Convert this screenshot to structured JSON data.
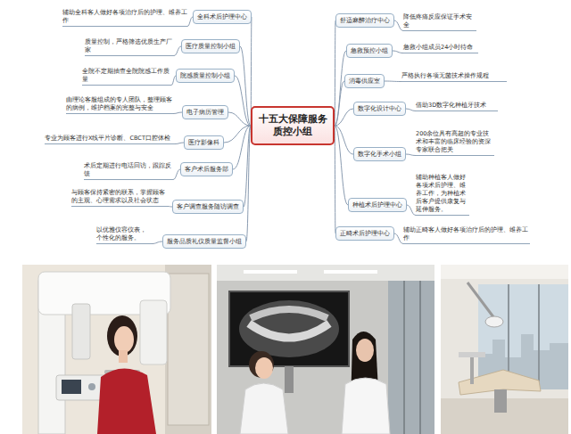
{
  "diagram": {
    "nodes": [
      {
        "text": [
          "十五大保障服务 质控小组"
        ]
      },
      {
        "text": [
          "全科术后护理中心"
        ]
      },
      {
        "text": [
          "辅助全科客人做好各项治疗后的护理、维养工作"
        ]
      },
      {
        "text": [
          "医疗质量控制小组"
        ]
      },
      {
        "text": [
          "质量控制，严格筛选优质生产厂家"
        ]
      },
      {
        "text": [
          "院感质量控制小组"
        ]
      },
      {
        "text": [
          "全院不定期抽查全院院感工作质量"
        ]
      },
      {
        "text": [
          "电子病历管理"
        ]
      },
      {
        "text": [
          "由理论客服组成的专人团队，整理顾客的病例，维护档案的完整与安全"
        ]
      },
      {
        "text": [
          "医疗影像科"
        ]
      },
      {
        "text": [
          "专业为顾客进行X线平片诊断、CBCT口腔体检"
        ]
      },
      {
        "text": [
          "客户术后服务部"
        ]
      },
      {
        "text": [
          "术后定期进行电话回访，跟踪反馈"
        ]
      },
      {
        "text": [
          "客户调查服务随访调查"
        ]
      },
      {
        "text": [
          "与顾客保持紧密的联系，掌握顾客的主观、心理需求以及社会状态"
        ]
      },
      {
        "text": [
          "服务品质礼仪质量监督小组"
        ]
      },
      {
        "text": [
          "以优雅仪容仪表，个性化的服务。"
        ]
      },
      {
        "text": [
          "舒适麻醉治疗中心"
        ]
      },
      {
        "text": [
          "降低疼痛反应保证手术安全"
        ]
      },
      {
        "text": [
          "急救预控小组"
        ]
      },
      {
        "text": [
          "急救小组成员24小时待命"
        ]
      },
      {
        "text": [
          "消毒供应室"
        ]
      },
      {
        "text": [
          "严格执行各项无菌技术操作规程"
        ]
      },
      {
        "text": [
          "数字化设计中心"
        ]
      },
      {
        "text": [
          "借助3D数字化种植牙技术"
        ]
      },
      {
        "text": [
          "数字化手术小组"
        ]
      },
      {
        "text": [
          "200余位具有高超的专业技术和丰富的临床经验的资深专家联合把关"
        ]
      },
      {
        "text": [
          "种植术后护理中心"
        ]
      },
      {
        "text": [
          "辅助种植客人做好各项术后护理、维养工作，为种植术后客户提供康复与延伸服务。"
        ]
      },
      {
        "text": [
          "正畸术后护理中心"
        ]
      },
      {
        "text": [
          "辅助正畸客人做好各项治疗后的护理、维养工作"
        ]
      }
    ],
    "edges": [
      {
        "from": 0,
        "to": 1,
        "arrow": "none"
      },
      {
        "from": 1,
        "to": 2,
        "arrow": "none"
      },
      {
        "from": 0,
        "to": 3,
        "arrow": "none"
      },
      {
        "from": 3,
        "to": 4,
        "arrow": "none"
      },
      {
        "from": 0,
        "to": 5,
        "arrow": "none"
      },
      {
        "from": 5,
        "to": 6,
        "arrow": "none"
      },
      {
        "from": 0,
        "to": 7,
        "arrow": "none"
      },
      {
        "from": 7,
        "to": 8,
        "arrow": "none"
      },
      {
        "from": 0,
        "to": 9,
        "arrow": "none"
      },
      {
        "from": 9,
        "to": 10,
        "arrow": "none"
      },
      {
        "from": 0,
        "to": 11,
        "arrow": "none"
      },
      {
        "from": 11,
        "to": 12,
        "arrow": "none"
      },
      {
        "from": 0,
        "to": 13,
        "arrow": "none"
      },
      {
        "from": 13,
        "to": 14,
        "arrow": "none"
      },
      {
        "from": 0,
        "to": 15,
        "arrow": "none"
      },
      {
        "from": 15,
        "to": 16,
        "arrow": "none"
      },
      {
        "from": 0,
        "to": 17,
        "arrow": "none"
      },
      {
        "from": 17,
        "to": 18,
        "arrow": "none"
      },
      {
        "from": 0,
        "to": 19,
        "arrow": "none"
      },
      {
        "from": 19,
        "to": 20,
        "arrow": "none"
      },
      {
        "from": 0,
        "to": 21,
        "arrow": "none"
      },
      {
        "from": 21,
        "to": 22,
        "arrow": "none"
      },
      {
        "from": 0,
        "to": 23,
        "arrow": "none"
      },
      {
        "from": 23,
        "to": 24,
        "arrow": "none"
      },
      {
        "from": 0,
        "to": 25,
        "arrow": "none"
      },
      {
        "from": 25,
        "to": 26,
        "arrow": "none"
      },
      {
        "from": 0,
        "to": 27,
        "arrow": "none"
      },
      {
        "from": 27,
        "to": 28,
        "arrow": "none"
      },
      {
        "from": 0,
        "to": 29,
        "arrow": "none"
      },
      {
        "from": 29,
        "to": 30,
        "arrow": "none"
      }
    ]
  }
}
